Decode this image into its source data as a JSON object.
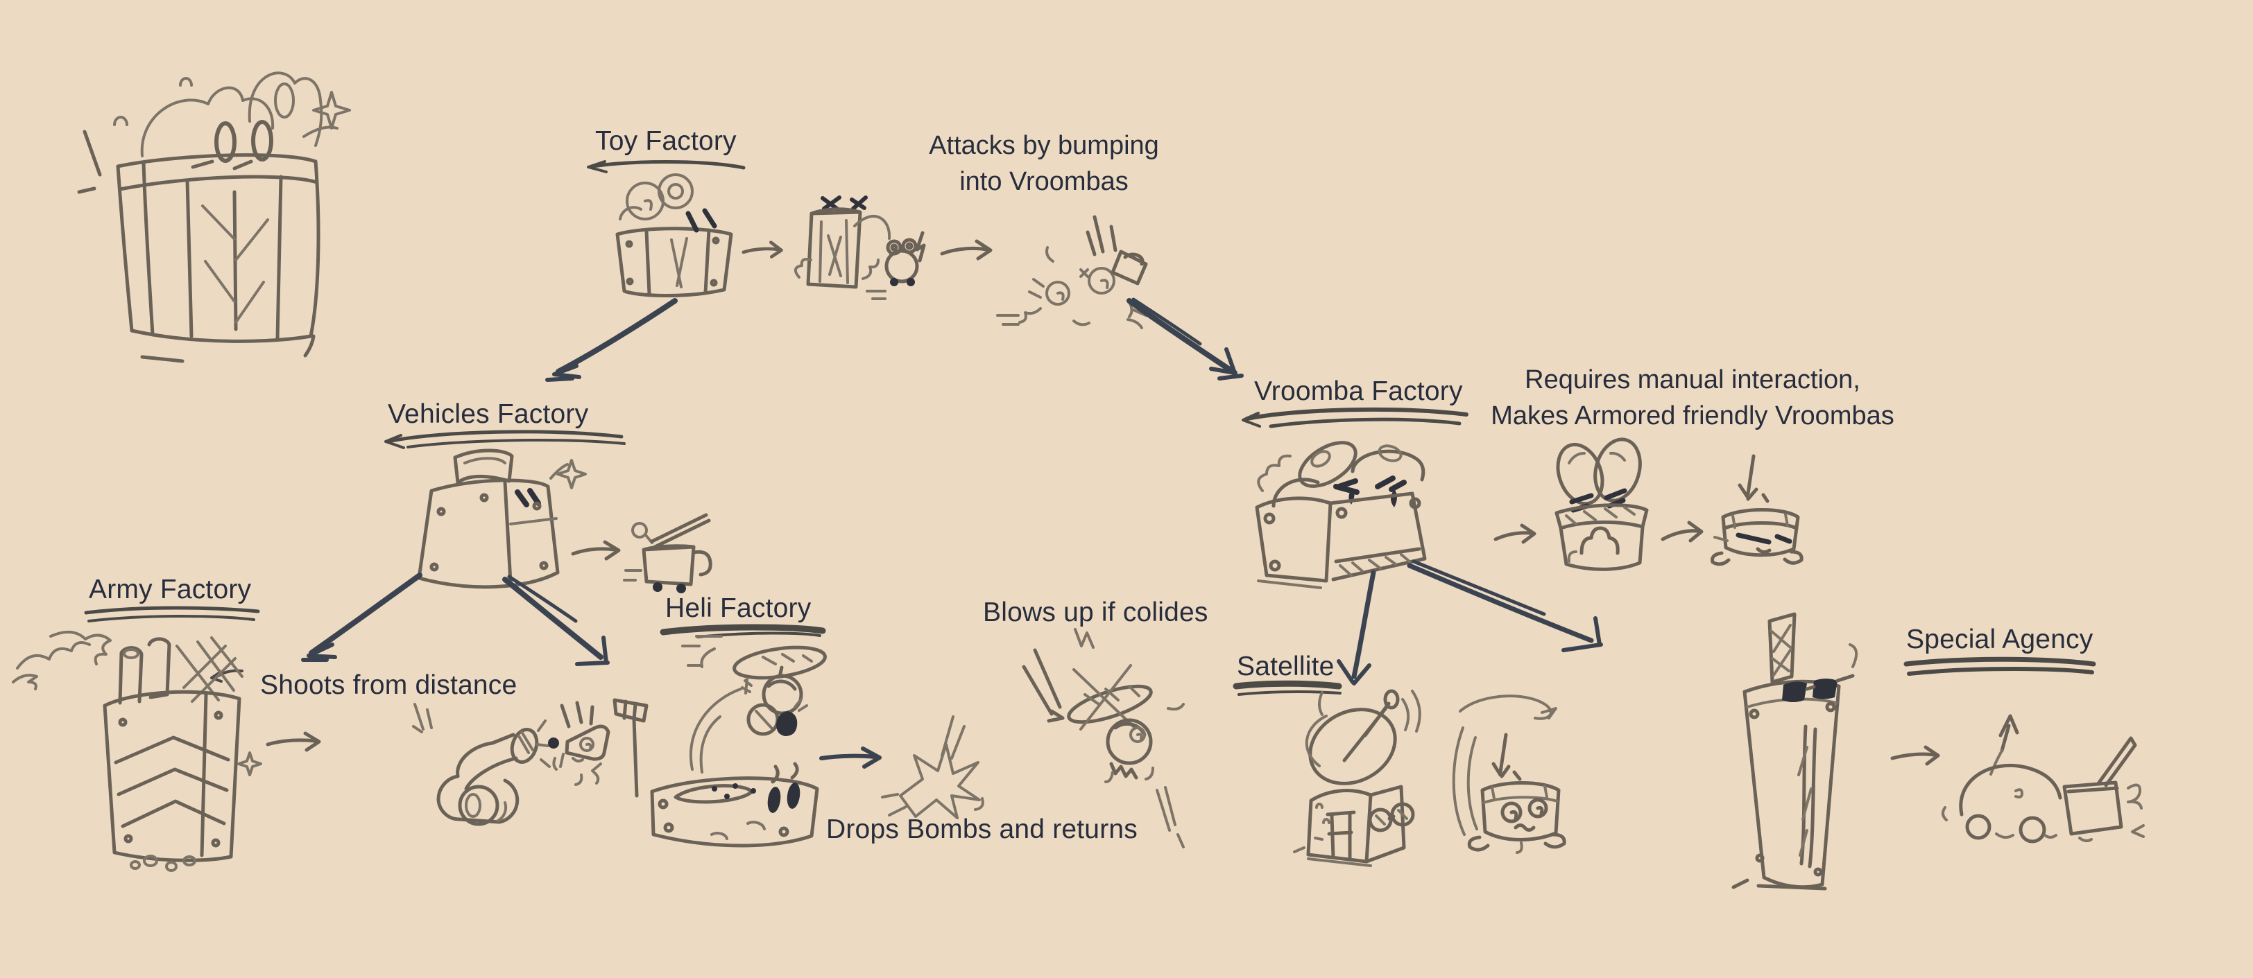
{
  "page": {
    "background": "#eddac2",
    "sketch_ink": "#6b6257",
    "dark_accent": "#2f323b",
    "text_color": "#272d3c",
    "arrow_color": "#3c4350"
  },
  "nodes": {
    "toy_factory": {
      "label": "Toy Factory"
    },
    "vehicles_factory": {
      "label": "Vehicles Factory"
    },
    "army_factory": {
      "label": "Army Factory"
    },
    "heli_factory": {
      "label": "Heli Factory"
    },
    "vroomba_factory": {
      "label": "Vroomba Factory"
    },
    "satellite": {
      "label": "Satellite"
    },
    "special_agency": {
      "label": "Special Agency"
    }
  },
  "annotations": {
    "toy_attack_line1": "Attacks by bumping",
    "toy_attack_line2": "into Vroombas",
    "army_behavior": "Shoots from distance",
    "heli_collision": "Blows up if colides",
    "heli_behavior": "Drops Bombs and returns",
    "vroomba_line1": "Requires manual interaction,",
    "vroomba_line2": "Makes Armored friendly Vroombas"
  },
  "sketches": {
    "mascot": "box-mascot-sketch",
    "toy_factory": "toy-factory-box-sketch",
    "toy_production": "toy-being-built-sketch",
    "toy_crash": "toy-vroomba-collision-sketch",
    "vehicles_factory": "vehicles-factory-box-sketch",
    "cart": "wind-up-cart-sketch",
    "army_factory": "army-factory-box-sketch",
    "tank": "tank-shooting-sketch",
    "heli_factory": "heli-factory-box-sketch",
    "explosion": "bomb-explosion-sketch",
    "heli_crash": "crashing-helicopter-sketch",
    "vroomba_factory": "vroomba-factory-box-sketch",
    "vroomba_bucket": "vroomba-bucket-sketch",
    "armored_vroomba": "armored-vroomba-sketch",
    "satellite": "satellite-dish-building-sketch",
    "dizzy_vroomba": "dizzy-vroomba-sketch",
    "special_agency": "special-agency-tower-sketch",
    "spy_car": "spy-car-with-trailer-sketch"
  }
}
